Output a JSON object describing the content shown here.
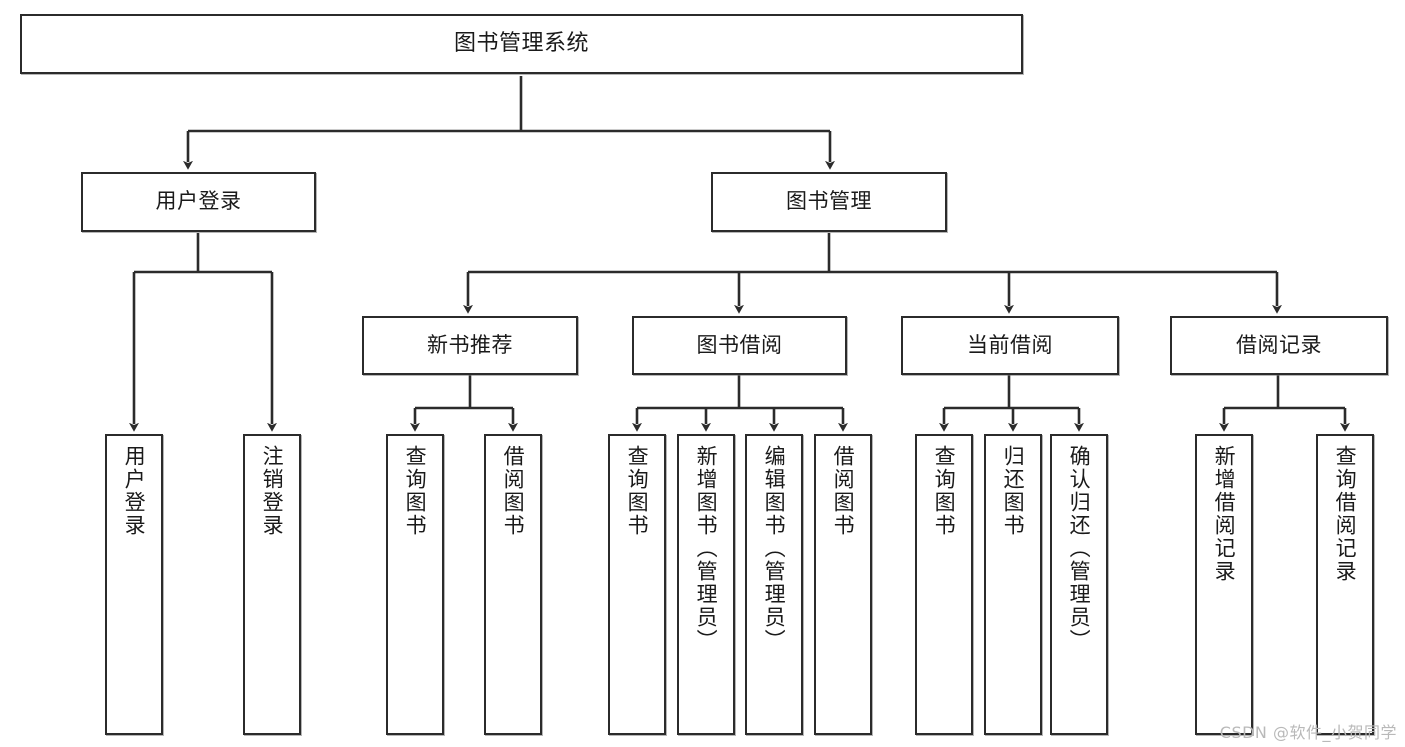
{
  "diagram": {
    "type": "tree",
    "title": "图书管理系统",
    "watermark": "CSDN @软件_小贺同学",
    "colors": {
      "border": "#2b2b2b",
      "fill": "#ffffff",
      "line": "#2b2b2b",
      "text": "#1a1a1a",
      "watermark": "#b9b9b9"
    },
    "root": {
      "label": "图书管理系统"
    },
    "level1": [
      {
        "label": "用户登录"
      },
      {
        "label": "图书管理"
      }
    ],
    "level2": [
      {
        "label": "新书推荐"
      },
      {
        "label": "图书借阅"
      },
      {
        "label": "当前借阅"
      },
      {
        "label": "借阅记录"
      }
    ],
    "leaves": {
      "user_login": [
        {
          "label": "用户登录"
        },
        {
          "label": "注销登录"
        }
      ],
      "new_book_recommend": [
        {
          "label": "查询图书"
        },
        {
          "label": "借阅图书"
        }
      ],
      "book_borrow": [
        {
          "label": "查询图书"
        },
        {
          "label": "新增图书（管理员）"
        },
        {
          "label": "编辑图书（管理员）"
        },
        {
          "label": "借阅图书"
        }
      ],
      "current_borrow": [
        {
          "label": "查询图书"
        },
        {
          "label": "归还图书"
        },
        {
          "label": "确认归还（管理员）"
        }
      ],
      "borrow_record": [
        {
          "label": "新增借阅记录"
        },
        {
          "label": "查询借阅记录"
        }
      ]
    }
  }
}
